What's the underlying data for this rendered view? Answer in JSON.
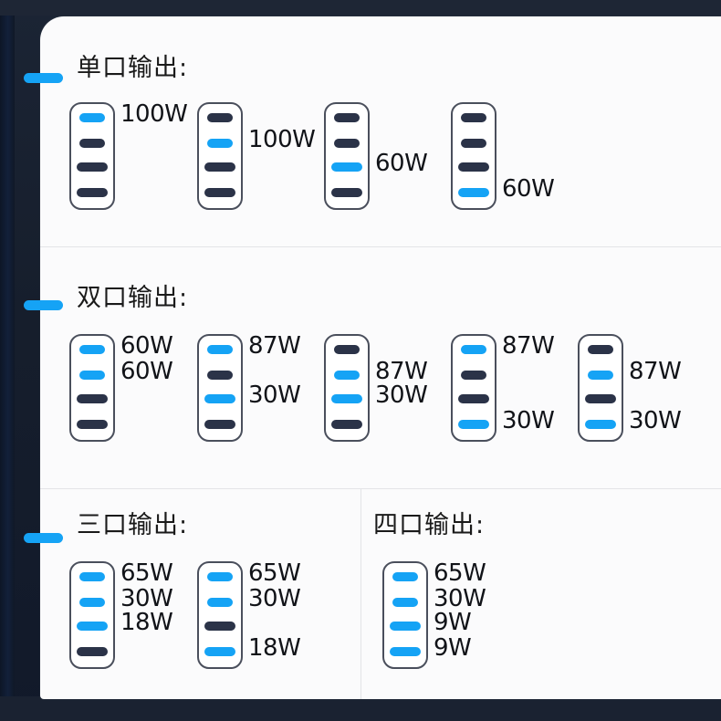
{
  "theme": {
    "background": "#141c2b",
    "card_background": "#fbfbfc",
    "accent_blue": "#15a3f5",
    "port_off": "#2b3348",
    "device_outline": "#4a4f5c",
    "divider": "#e3e4e7",
    "text": "#111318"
  },
  "sections": [
    {
      "id": "single-output",
      "title": "单口输出:",
      "devices": [
        {
          "ports": [
            "on",
            "off",
            "off",
            "off"
          ],
          "labels": [
            {
              "text": "100W",
              "port": 0
            }
          ]
        },
        {
          "ports": [
            "off",
            "on",
            "off",
            "off"
          ],
          "labels": [
            {
              "text": "100W",
              "port": 1
            }
          ]
        },
        {
          "ports": [
            "off",
            "off",
            "on",
            "off"
          ],
          "labels": [
            {
              "text": "60W",
              "port": 2
            }
          ]
        },
        {
          "ports": [
            "off",
            "off",
            "off",
            "on"
          ],
          "labels": [
            {
              "text": "60W",
              "port": 3
            }
          ]
        }
      ]
    },
    {
      "id": "dual-output",
      "title": "双口输出:",
      "devices": [
        {
          "ports": [
            "on",
            "on",
            "off",
            "off"
          ],
          "labels": [
            {
              "text": "60W",
              "port": 0
            },
            {
              "text": "60W",
              "port": 1
            }
          ]
        },
        {
          "ports": [
            "on",
            "off",
            "on",
            "off"
          ],
          "labels": [
            {
              "text": "87W",
              "port": 0
            },
            {
              "text": "30W",
              "port": 2
            }
          ]
        },
        {
          "ports": [
            "off",
            "on",
            "on",
            "off"
          ],
          "labels": [
            {
              "text": "87W",
              "port": 1
            },
            {
              "text": "30W",
              "port": 2
            }
          ]
        },
        {
          "ports": [
            "on",
            "off",
            "off",
            "on"
          ],
          "labels": [
            {
              "text": "87W",
              "port": 0
            },
            {
              "text": "30W",
              "port": 3
            }
          ]
        },
        {
          "ports": [
            "off",
            "on",
            "off",
            "on"
          ],
          "labels": [
            {
              "text": "87W",
              "port": 1
            },
            {
              "text": "30W",
              "port": 3
            }
          ]
        }
      ]
    },
    {
      "id": "triple-output",
      "title": "三口输出:",
      "devices": [
        {
          "ports": [
            "on",
            "on",
            "on",
            "off"
          ],
          "labels": [
            {
              "text": "65W",
              "port": 0
            },
            {
              "text": "30W",
              "port": 1
            },
            {
              "text": "18W",
              "port": 2
            }
          ]
        },
        {
          "ports": [
            "on",
            "on",
            "off",
            "on"
          ],
          "labels": [
            {
              "text": "65W",
              "port": 0
            },
            {
              "text": "30W",
              "port": 1
            },
            {
              "text": "18W",
              "port": 3
            }
          ]
        }
      ]
    },
    {
      "id": "quad-output",
      "title": "四口输出:",
      "devices": [
        {
          "ports": [
            "on",
            "on",
            "on",
            "on"
          ],
          "labels": [
            {
              "text": "65W",
              "port": 0
            },
            {
              "text": "30W",
              "port": 1
            },
            {
              "text": "9W",
              "port": 2
            },
            {
              "text": "9W",
              "port": 3
            }
          ]
        }
      ]
    }
  ]
}
